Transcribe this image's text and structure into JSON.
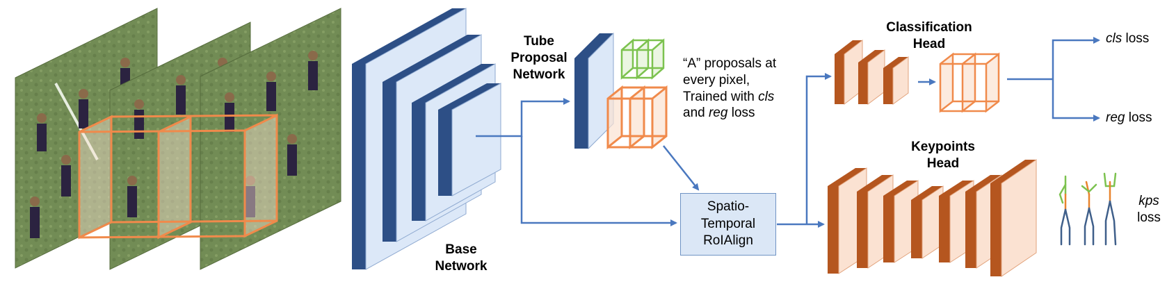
{
  "labels": {
    "tube_proposal_network": [
      "Tube",
      "Proposal",
      "Network"
    ],
    "base_network": [
      "Base",
      "Network"
    ],
    "proposal_note": {
      "line1": "“A” proposals at",
      "line2": "every pixel,",
      "line3_prefix": "Trained with ",
      "line3_italic": "cls",
      "line4_italic_prefix": "and ",
      "line4_italic": "reg",
      "line4_suffix": " loss"
    },
    "roi_align": [
      "Spatio-",
      "Temporal",
      "RoIAlign"
    ],
    "classification_head": [
      "Classification",
      "Head"
    ],
    "keypoints_head": [
      "Keypoints",
      "Head"
    ],
    "cls_loss": {
      "italic": "cls",
      "suffix": " loss"
    },
    "reg_loss": {
      "italic": "reg",
      "suffix": " loss"
    },
    "kps_loss": {
      "italic": "kps",
      "suffix": "loss"
    }
  },
  "colors": {
    "blue_dark": "#2d4f86",
    "blue_light": "#dce8f8",
    "orange": "#f08a4b",
    "orange_fill": "#fbe2d2",
    "brown": "#b5561f",
    "green": "#7cc24f",
    "arrow": "#4a78bf",
    "field": "#6f8a52"
  }
}
